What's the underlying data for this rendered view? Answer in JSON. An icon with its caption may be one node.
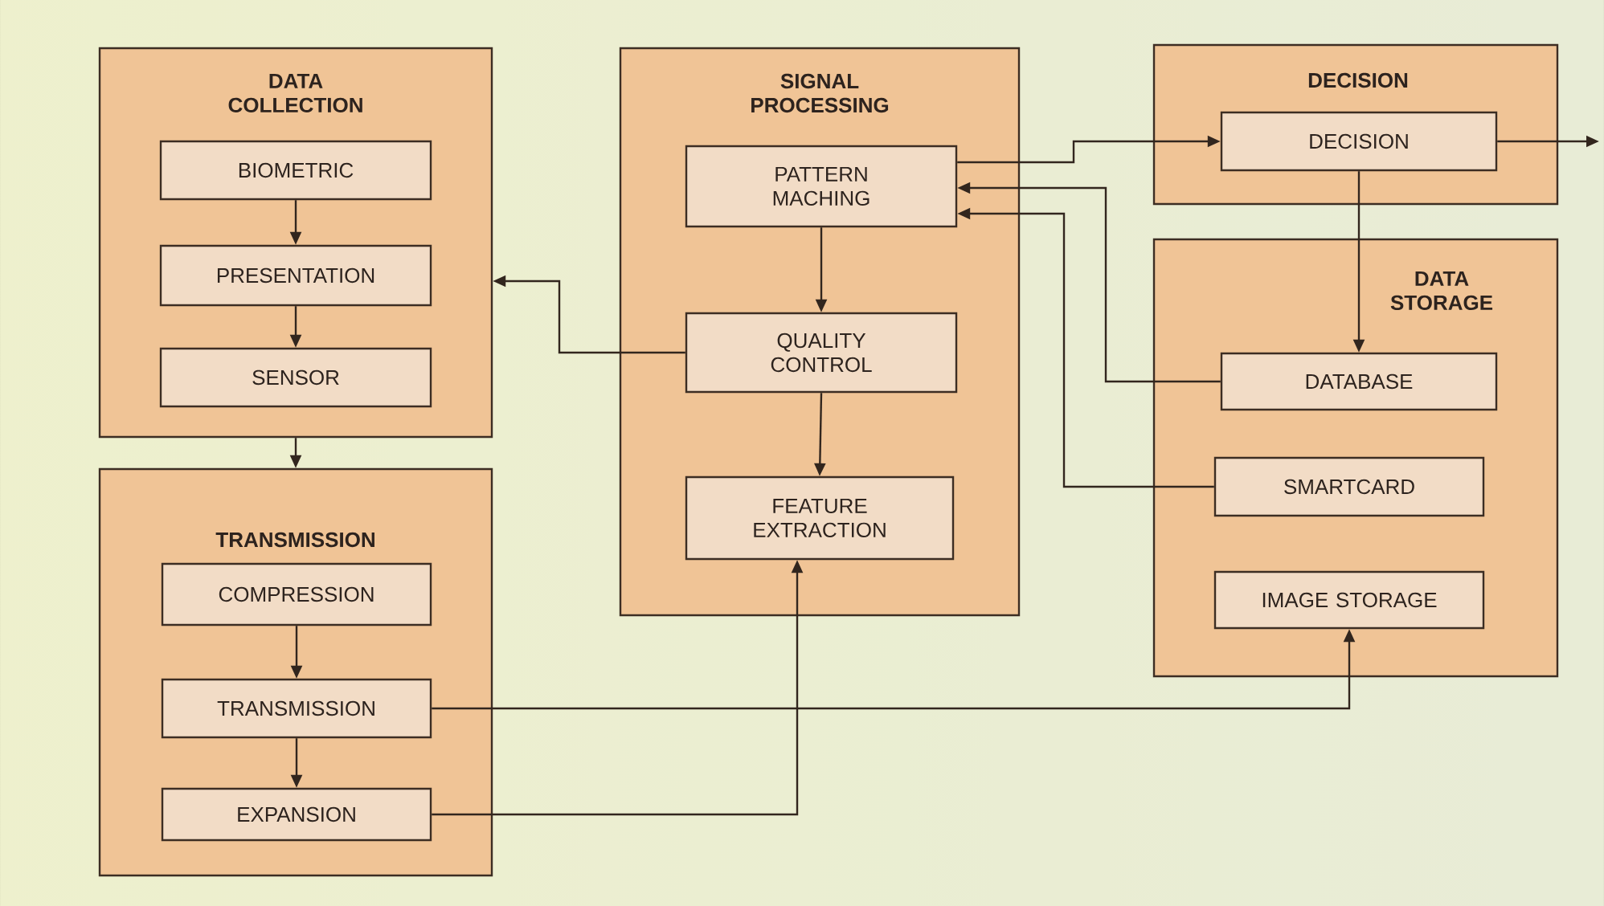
{
  "diagram": {
    "nodes": [
      {
        "text": [
          "DATA COLLECTION"
        ]
      },
      {
        "text": [
          "BIOMETRIC"
        ],
        "in": 0
      },
      {
        "text": [
          "PRESENTATION"
        ],
        "in": 0
      },
      {
        "text": [
          "SENSOR"
        ],
        "in": 0
      },
      {
        "text": [
          "TRANSMISSION"
        ]
      },
      {
        "text": [
          "COMPRESSION"
        ],
        "in": 4
      },
      {
        "text": [
          "TRANSMISSION"
        ],
        "in": 4
      },
      {
        "text": [
          "EXPANSION"
        ],
        "in": 4
      },
      {
        "text": [
          "SIGNAL PROCESSING"
        ]
      },
      {
        "text": [
          "PATTERN MACHING"
        ],
        "in": 8
      },
      {
        "text": [
          "QUALITY CONTROL"
        ],
        "in": 8
      },
      {
        "text": [
          "FEATURE EXTRACTION"
        ],
        "in": 8
      },
      {
        "text": [
          "DECISION"
        ]
      },
      {
        "text": [
          "DECISION"
        ],
        "in": 12
      },
      {
        "text": [
          "DATA STORAGE"
        ]
      },
      {
        "text": [
          "DATABASE"
        ],
        "in": 14
      },
      {
        "text": [
          "SMARTCARD"
        ],
        "in": 14
      },
      {
        "text": [
          "IMAGE STORAGE"
        ],
        "in": 14
      }
    ],
    "edges": [
      {
        "from": 1,
        "to": 2,
        "arrow": "to"
      },
      {
        "from": 2,
        "to": 3,
        "arrow": "to"
      },
      {
        "from": 0,
        "to": 4,
        "arrow": "to"
      },
      {
        "from": 5,
        "to": 6,
        "arrow": "to"
      },
      {
        "from": 6,
        "to": 7,
        "arrow": "to"
      },
      {
        "from": 9,
        "to": 10,
        "arrow": "to"
      },
      {
        "from": 10,
        "to": 11,
        "arrow": "to"
      },
      {
        "from": 10,
        "to": 0,
        "arrow": "to"
      },
      {
        "from": 9,
        "to": 13,
        "arrow": "to"
      },
      {
        "from": 13,
        "to": null,
        "arrow": "to"
      },
      {
        "from": 13,
        "to": 15,
        "arrow": "to"
      },
      {
        "from": 15,
        "to": 9,
        "arrow": "to"
      },
      {
        "from": 16,
        "to": 9,
        "arrow": "to"
      },
      {
        "from": 6,
        "to": 17,
        "arrow": "to"
      },
      {
        "from": 7,
        "to": 11,
        "arrow": "to"
      }
    ]
  }
}
